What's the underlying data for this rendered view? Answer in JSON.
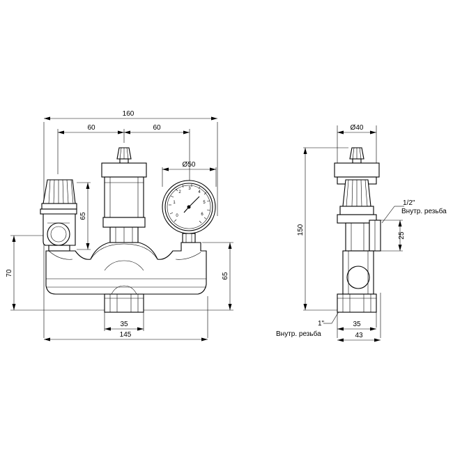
{
  "front_view": {
    "dims": {
      "overall_width": "160",
      "spacing_left": "60",
      "spacing_right": "60",
      "gauge_diameter": "Ø50",
      "valve_height": "65",
      "total_height": "70",
      "outlet_height": "65",
      "bottom_connection": "35",
      "body_length": "145"
    }
  },
  "side_view": {
    "dims": {
      "top_diameter": "Ø40",
      "height": "150",
      "port_size": "25",
      "bottom_connection": "35",
      "width": "43"
    },
    "thread_top": {
      "size": "1/2\"",
      "type": "Внутр. резьба"
    },
    "thread_bottom": {
      "size": "1\"",
      "type": "Внутр. резьба"
    }
  }
}
